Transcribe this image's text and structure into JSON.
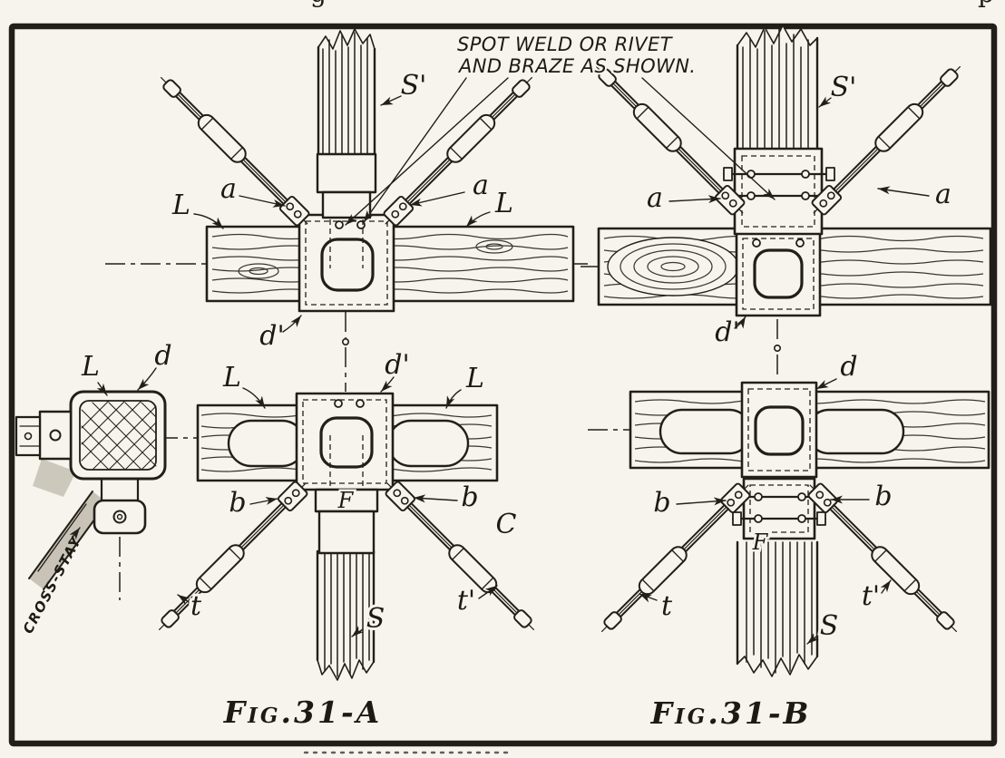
{
  "page": {
    "background": "#f7f4ed",
    "ink": "#221e19",
    "fragments": {
      "left": "g",
      "right": "p"
    }
  },
  "annotation": {
    "line1": "SPOT WELD OR RIVET",
    "line2": "AND BRAZE AS SHOWN."
  },
  "fig_a": {
    "caption": "Fig.31-A",
    "top": {
      "strut": "S'",
      "clip_left": "a",
      "clip_right": "a",
      "longeron_left": "L",
      "longeron_right": "L",
      "plate": "d'"
    },
    "bottom": {
      "longeron_left": "L",
      "longeron_right": "L",
      "plate": "d'",
      "clip_left": "b",
      "clip_right": "b",
      "fitting": "F",
      "tie_left": "t",
      "tie_right": "t'",
      "wire": "C",
      "strut": "S"
    },
    "detail": {
      "longeron": "L",
      "plate": "d",
      "cross_stay": "CROSS-STAY"
    }
  },
  "fig_b": {
    "caption": "Fig.31-B",
    "top": {
      "strut": "S'",
      "clip_left": "a",
      "clip_right": "a",
      "plate": "d'"
    },
    "bottom": {
      "plate": "d",
      "clip_left": "b",
      "clip_right": "b",
      "fitting": "F",
      "tie_left": "t",
      "tie_right": "t'",
      "strut": "S"
    }
  }
}
